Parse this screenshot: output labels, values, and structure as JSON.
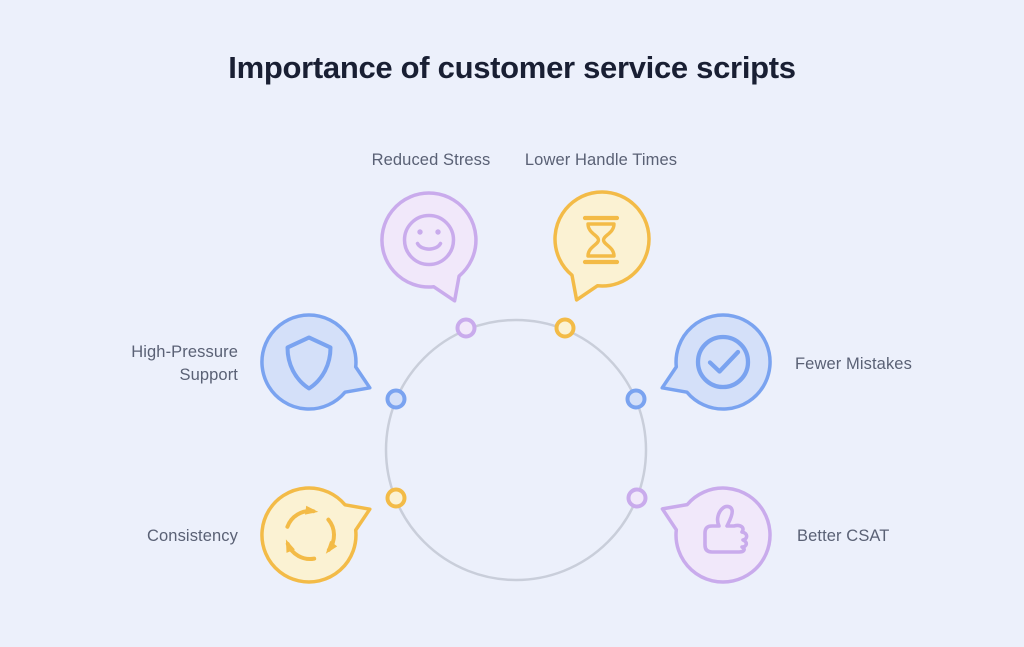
{
  "title": "Importance of customer service scripts",
  "bubbles": [
    {
      "label": "Reduced Stress",
      "color": "purple",
      "icon": "smiley-face-icon"
    },
    {
      "label": "Lower Handle Times",
      "color": "yellow",
      "icon": "hourglass-icon"
    },
    {
      "label": "High-Pressure Support",
      "color": "blue",
      "icon": "shield-icon"
    },
    {
      "label": "Fewer Mistakes",
      "color": "blue",
      "icon": "check-circle-icon"
    },
    {
      "label": "Consistency",
      "color": "yellow",
      "icon": "cycle-arrows-icon"
    },
    {
      "label": "Better CSAT",
      "color": "purple",
      "icon": "thumbs-up-icon"
    }
  ],
  "connector_dots": [
    "purple",
    "yellow",
    "blue",
    "blue",
    "yellow",
    "purple"
  ],
  "palette": {
    "bg": "#ECF0FB",
    "title_color": "#191F33",
    "label_color": "#5A6175",
    "ring_stroke": "#C9CEDA",
    "purple_stroke": "#C9ABEC",
    "purple_fill": "#F1E8FA",
    "yellow_stroke": "#F3BB47",
    "yellow_fill": "#FBF2D3",
    "blue_stroke": "#7AA3F0",
    "blue_fill": "#D4E0F9"
  }
}
